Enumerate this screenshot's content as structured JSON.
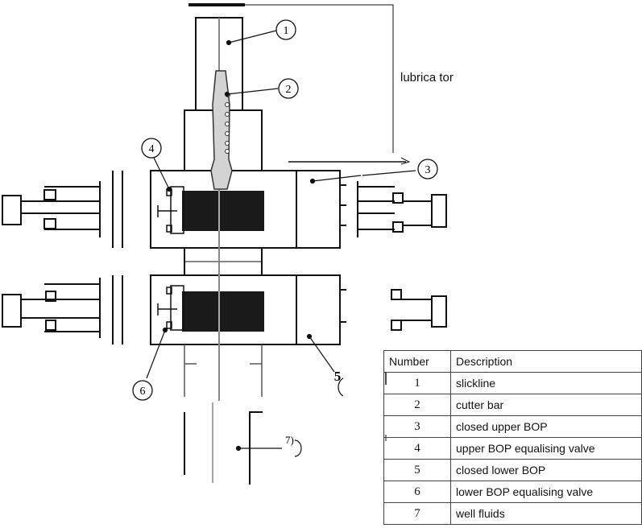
{
  "labels": {
    "lubricator": "lubrica tor",
    "callout_1": "1",
    "callout_2": "2",
    "callout_3": "3",
    "callout_4": "4",
    "callout_5": "5",
    "callout_6": "6",
    "callout_7": "7)"
  },
  "legend": {
    "headers": [
      "Number",
      "Description"
    ],
    "rows": [
      {
        "number": "1",
        "description": "slickline"
      },
      {
        "number": "2",
        "description": "cutter bar"
      },
      {
        "number": "3",
        "description": "closed upper BOP"
      },
      {
        "number": "4",
        "description": "upper BOP equalising valve"
      },
      {
        "number": "5",
        "description": "closed lower BOP"
      },
      {
        "number": "6",
        "description": "lower BOP equalising valve"
      },
      {
        "number": "7",
        "description": "well fluids"
      }
    ]
  },
  "colors": {
    "line": "#111111",
    "ram": "#1a1a1a",
    "tool_fill": "#d3d3d3"
  }
}
